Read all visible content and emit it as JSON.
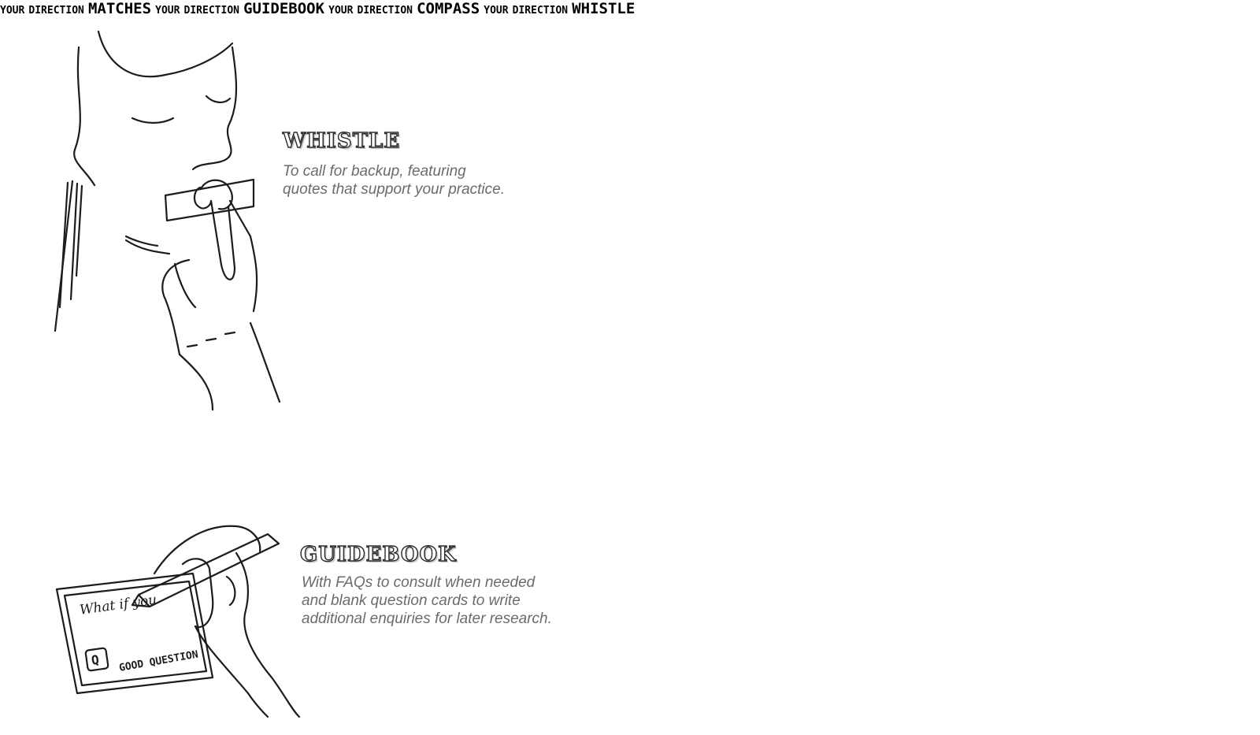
{
  "whistle": {
    "heading": "WHISTLE",
    "desc_line1": "To call for backup, featuring",
    "desc_line2": "quotes that support your practice."
  },
  "guidebook": {
    "heading": "GUIDEBOOK",
    "desc_line1": "With FAQs to consult when needed",
    "desc_line2": "and blank question cards to write",
    "desc_line3": "additional enquiries for later research."
  },
  "card": {
    "handwriting": "What if you",
    "label": "GOOD QUESTION",
    "icon_letter": "Q"
  },
  "roll": {
    "your": "YOUR",
    "direction": "DIRECTION",
    "items": [
      "MATCHES",
      "GUIDEBOOK",
      "COMPASS",
      "WHISTLE"
    ]
  },
  "colors": {
    "ink": "#1c1c1c",
    "accent_teal": "#21b3a3",
    "caption_gray": "#6b6b6b",
    "arrow_gray": "#c8c8c8"
  }
}
